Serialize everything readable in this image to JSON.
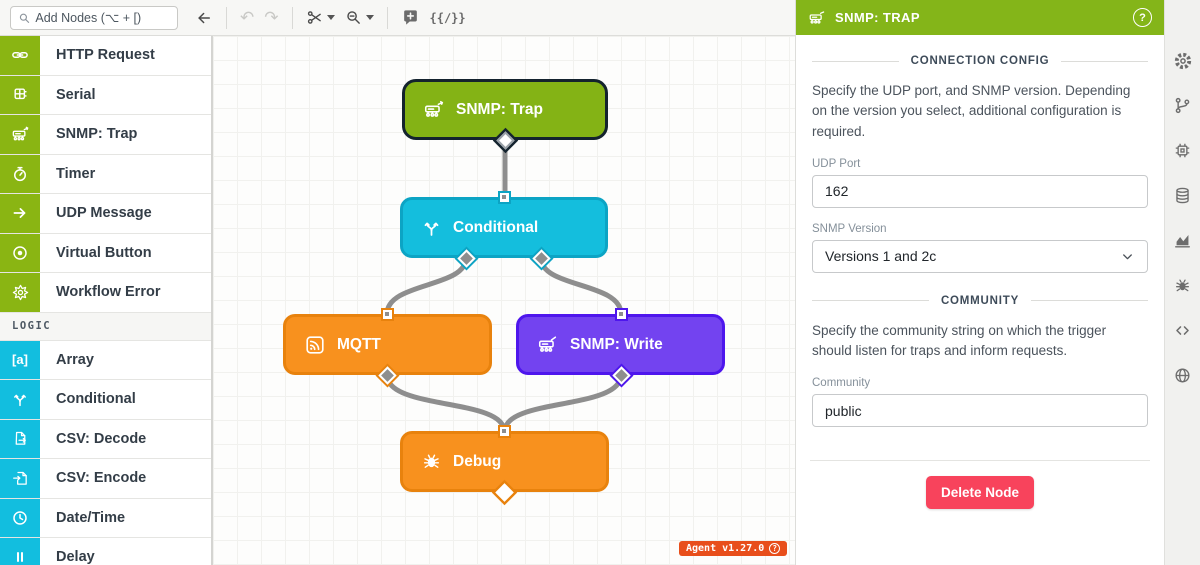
{
  "toolbar": {
    "search_placeholder": "Add Nodes (⌥ + [)",
    "undo_glyph": "↶",
    "redo_glyph": "↷",
    "braces_glyph": "{{∕}}"
  },
  "sidebar": {
    "sections": [
      {
        "title": "",
        "items": [
          {
            "label": "HTTP Request",
            "icon": "link"
          },
          {
            "label": "Serial",
            "icon": "chip"
          },
          {
            "label": "SNMP: Trap",
            "icon": "snmp"
          },
          {
            "label": "Timer",
            "icon": "stopwatch"
          },
          {
            "label": "UDP Message",
            "icon": "arrow-right"
          },
          {
            "label": "Virtual Button",
            "icon": "radio-circle"
          },
          {
            "label": "Workflow Error",
            "icon": "error-burst"
          }
        ]
      },
      {
        "title": "LOGIC",
        "items": [
          {
            "label": "Array",
            "icon": "bracket-a",
            "glyph": "[a]"
          },
          {
            "label": "Conditional",
            "icon": "branch"
          },
          {
            "label": "CSV: Decode",
            "icon": "doc-arrow-out"
          },
          {
            "label": "CSV: Encode",
            "icon": "doc-arrow-in"
          },
          {
            "label": "Date/Time",
            "icon": "clock"
          },
          {
            "label": "Delay",
            "icon": "pause"
          }
        ]
      }
    ]
  },
  "canvas": {
    "nodes": [
      {
        "label": "SNMP: Trap",
        "color": "#84b315",
        "state": "selected"
      },
      {
        "label": "Conditional",
        "color": "#14bedd"
      },
      {
        "label": "MQTT",
        "color": "#f8911e"
      },
      {
        "label": "SNMP: Write",
        "color": "#7343f0"
      },
      {
        "label": "Debug",
        "color": "#f8911e"
      }
    ],
    "agent_badge": "Agent v1.27.0",
    "agent_badge_glyph": "?"
  },
  "panel": {
    "title": "SNMP: TRAP",
    "help_glyph": "?",
    "connection_section_title": "CONNECTION CONFIG",
    "connection_desc": "Specify the UDP port, and SNMP version. Depending on the version you select, additional configuration is required.",
    "udp_port_label": "UDP Port",
    "udp_port_value": "162",
    "snmp_version_label": "SNMP Version",
    "snmp_version_value": "Versions 1 and 2c",
    "community_section_title": "COMMUNITY",
    "community_desc": "Specify the community string on which the trigger should listen for traps and inform requests.",
    "community_label": "Community",
    "community_value": "public",
    "delete_label": "Delete Node"
  },
  "rail": {
    "icons": [
      "settings",
      "versions",
      "device",
      "database",
      "analytics",
      "debug",
      "code",
      "globe"
    ]
  },
  "colors": {
    "trigger_green": "#8ab513",
    "logic_cyan": "#12bedf",
    "node_orange": "#f8911e",
    "node_purple": "#7343f0",
    "delete_red": "#f8435c",
    "wire_gray": "#8e8e8e",
    "agent_orange": "#e84e1b"
  }
}
